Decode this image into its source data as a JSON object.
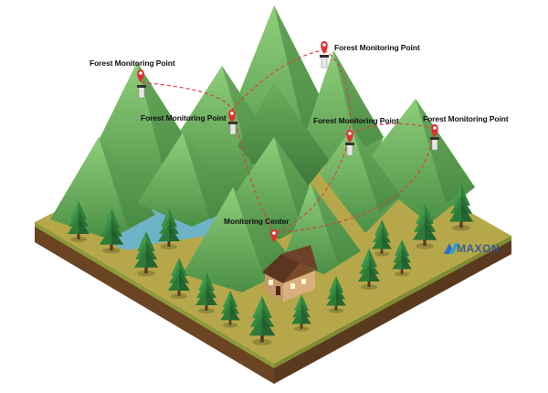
{
  "labels": {
    "point_1": "Forest Monitoring Point",
    "point_2": "Forest Monitoring Point",
    "point_3": "Forest Monitoring Point",
    "point_4": "Forest Monitoring Point",
    "point_5": "Forest Monitoring Point",
    "center": "Monitoring Center"
  },
  "logo": {
    "text": "MAXON"
  },
  "colors": {
    "ground_top": "#b6a84a",
    "ground_side": "#6b4423",
    "grass_edge": "#8c9a3a",
    "mountain_light": "#7fbf6a",
    "mountain_mid": "#5aa050",
    "mountain_dark": "#3f7f3c",
    "lake": "#6fb3c8",
    "pin": "#e03030",
    "link": "#d94040",
    "logo": "#2a4fa0"
  },
  "icons": {
    "pin": "map-pin-icon",
    "sensor": "sensor-station-icon",
    "house": "monitoring-house-icon"
  }
}
